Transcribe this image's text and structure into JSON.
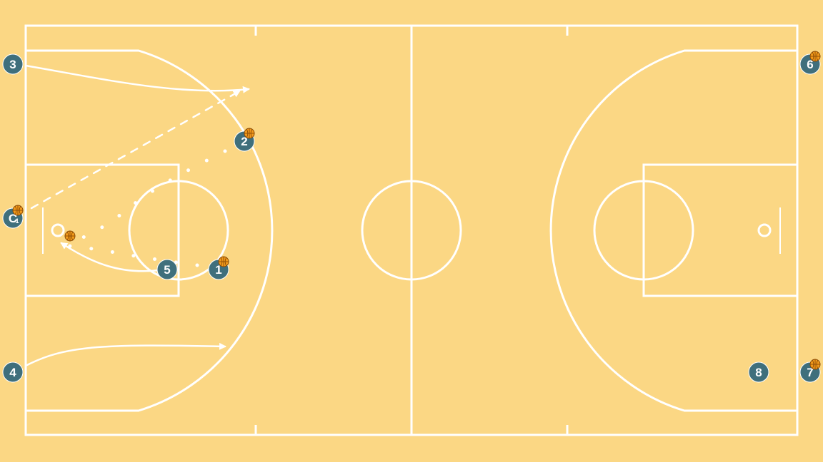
{
  "colors": {
    "court": "#fbd784",
    "lines": "#ffffff",
    "player": "#3f6f7c",
    "ball": "#f29a1b"
  },
  "players": [
    {
      "label": "3",
      "ball": false
    },
    {
      "label": "2",
      "ball": true
    },
    {
      "label": "C",
      "sub": "1",
      "ball": true
    },
    {
      "label": "5",
      "ball": false
    },
    {
      "label": "1",
      "ball": true
    },
    {
      "label": "4",
      "ball": false
    },
    {
      "label": "6",
      "ball": true
    },
    {
      "label": "8",
      "ball": false
    },
    {
      "label": "7",
      "ball": true
    }
  ],
  "loose_balls": [
    {
      "name": "ball-near-basket"
    }
  ],
  "movements": [
    {
      "from": "3",
      "type": "cut"
    },
    {
      "from": "C",
      "type": "pass"
    },
    {
      "from": "2",
      "type": "dribble"
    },
    {
      "from": "1",
      "type": "dribble"
    },
    {
      "from": "5",
      "type": "cut"
    },
    {
      "from": "4",
      "type": "cut"
    }
  ]
}
